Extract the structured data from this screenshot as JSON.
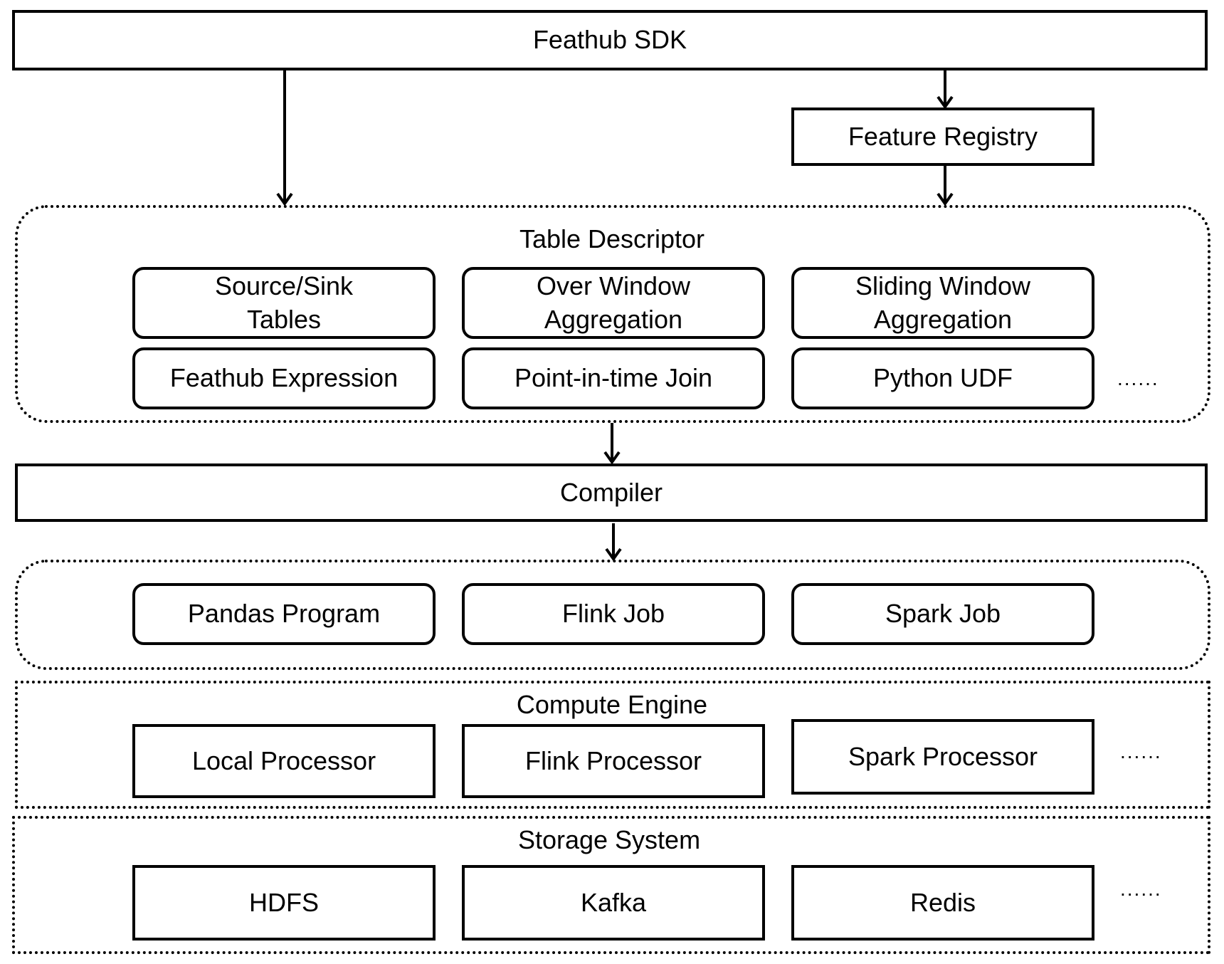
{
  "sdk": {
    "label": "Feathub SDK"
  },
  "registry": {
    "label": "Feature Registry"
  },
  "table_descriptor": {
    "title": "Table Descriptor",
    "items": [
      "Source/Sink\nTables",
      "Over Window\nAggregation",
      "Sliding Window\nAggregation",
      "Feathub Expression",
      "Point-in-time Join",
      "Python UDF"
    ],
    "more": "......"
  },
  "compiler": {
    "label": "Compiler"
  },
  "jobs": {
    "items": [
      "Pandas Program",
      "Flink Job",
      "Spark Job"
    ]
  },
  "compute_engine": {
    "title": "Compute Engine",
    "items": [
      "Local Processor",
      "Flink Processor",
      "Spark Processor"
    ],
    "more": "......"
  },
  "storage_system": {
    "title": "Storage System",
    "items": [
      "HDFS",
      "Kafka",
      "Redis"
    ],
    "more": "......"
  }
}
